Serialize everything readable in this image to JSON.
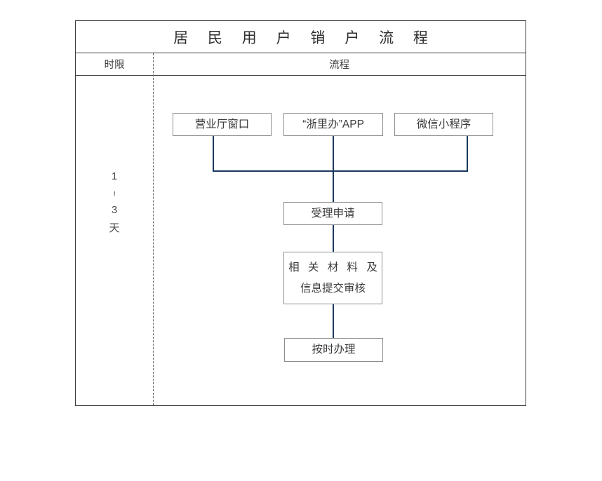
{
  "document": {
    "title": "居 民 用 户 销 户 流 程"
  },
  "table": {
    "headers": {
      "time_limit": "时限",
      "process": "流程"
    }
  },
  "time_limit_cell": {
    "value_min": "1",
    "separator": "~",
    "value_max": "3",
    "unit": "天"
  },
  "flow": {
    "entry_nodes": [
      {
        "id": "hall",
        "label": "营业厅窗口"
      },
      {
        "id": "app",
        "label": "“浙里办”APP"
      },
      {
        "id": "wechat",
        "label": "微信小程序"
      }
    ],
    "steps": [
      {
        "id": "accept",
        "label": "受理申请"
      },
      {
        "id": "materials",
        "line1": "相 关 材 料 及",
        "line2": "信息提交审核"
      },
      {
        "id": "handle",
        "label": "按时办理"
      }
    ]
  },
  "colors": {
    "connector": "#1b3a5e",
    "node_border": "#8d8d8d",
    "table_border": "#3d3d3d",
    "divider": "#6a6a6a",
    "text": "#3a3a3a",
    "background": "#ffffff"
  }
}
